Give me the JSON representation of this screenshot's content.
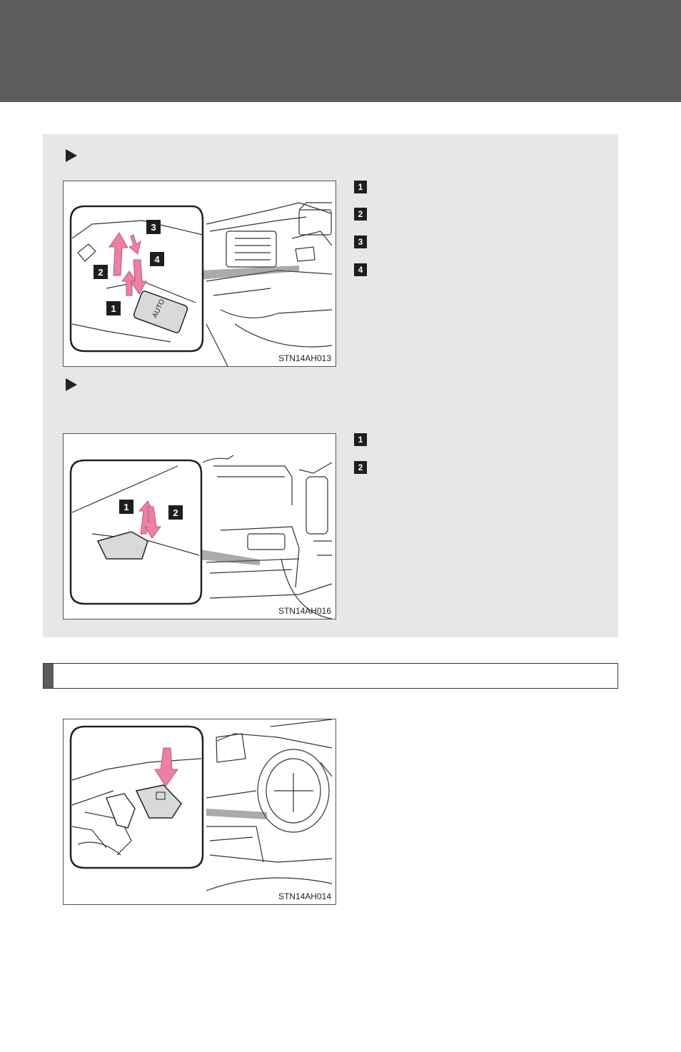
{
  "colors": {
    "header": "#5b5c5e",
    "panel": "#e7e7e7",
    "arrow": "#ec7fa6",
    "badge": "#1e1e1e"
  },
  "figures": {
    "fig1": {
      "code": "STN14AH013",
      "callouts": [
        "1",
        "2",
        "3",
        "4"
      ],
      "switch_label": "AUTO"
    },
    "fig2": {
      "code": "STN14AH016",
      "callouts": [
        "1",
        "2"
      ]
    },
    "fig3": {
      "code": "STN14AH014"
    }
  },
  "steps_a": [
    "1",
    "2",
    "3",
    "4"
  ],
  "steps_b": [
    "1",
    "2"
  ],
  "icons": {
    "pointer": "triangle-pointer-icon"
  }
}
